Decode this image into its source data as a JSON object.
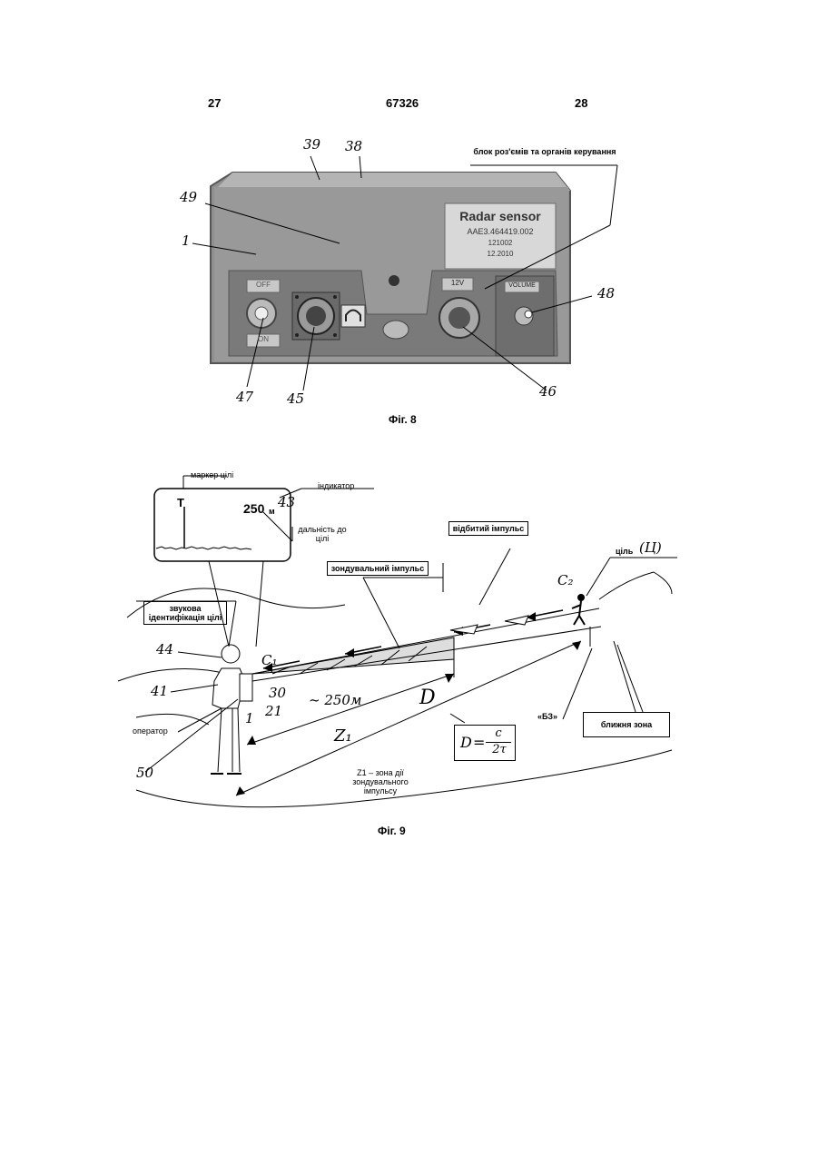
{
  "header": {
    "left_page": "27",
    "patent_number": "67326",
    "right_page": "28"
  },
  "fig8": {
    "callout_connector_block": "блок роз'ємів та органів керування",
    "nameplate": {
      "title": "Radar sensor",
      "model": "AAE3.464419.002",
      "serial": "121002",
      "date": "12.2010"
    },
    "panel_labels": {
      "off": "OFF",
      "on": "ON",
      "voltage": "12V",
      "volume": "VOLUME"
    },
    "refs": {
      "r39": "39",
      "r38": "38",
      "r49": "49",
      "r1": "1",
      "r47": "47",
      "r45": "45",
      "r46": "46",
      "r48": "48"
    },
    "caption": "Фіг. 8"
  },
  "fig9": {
    "indicator": {
      "marker_label": "маркер цілі",
      "marker_symbol": "T",
      "indicator_label": "індикатор",
      "range_value": "250",
      "range_unit": "м",
      "range_label": "дальність до цілі"
    },
    "labels": {
      "probing_pulse": "зондувальний імпульс",
      "reflected_pulse": "відбитий імпульс",
      "target": "ціль",
      "target_symbol": "(Ц)",
      "sound_id": "звукова ідентифікація цілі",
      "operator": "оператор",
      "bz": "«БЗ»",
      "near_zone": "ближня зона",
      "z1_zone": "Z1 – зона дії зондувального імпульсу"
    },
    "refs": {
      "r43": "43",
      "r44": "44",
      "r41": "41",
      "r30": "30",
      "r21": "21",
      "r1": "1",
      "r50": "50"
    },
    "formula": {
      "lhs": "D",
      "eq": "=",
      "num": "c",
      "den": "2τ"
    },
    "sym": {
      "c1": "C₁",
      "c2": "C₂",
      "approx_range": "~ 250м",
      "z1": "Z₁",
      "d": "D"
    },
    "caption": "Фіг. 9"
  }
}
